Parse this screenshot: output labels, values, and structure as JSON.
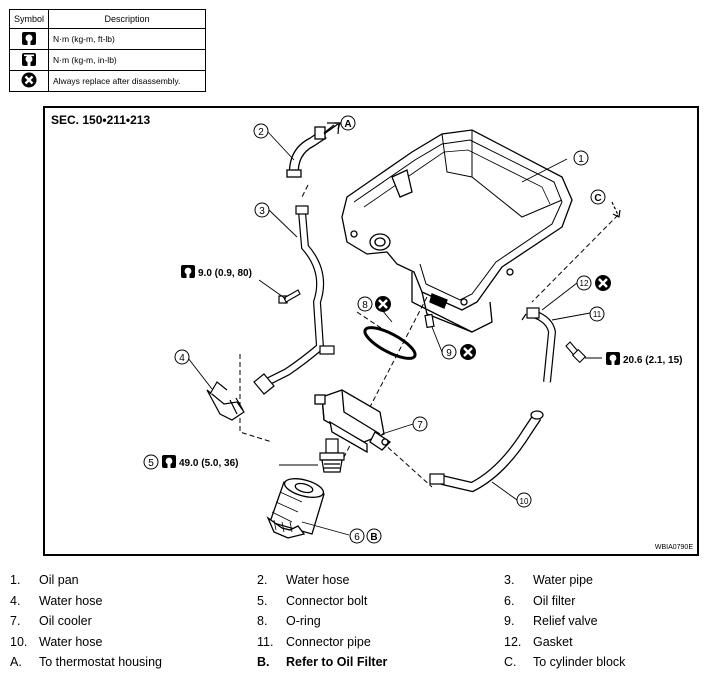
{
  "symbol_table": {
    "header_symbol": "Symbol",
    "header_description": "Description",
    "rows": [
      {
        "icon": "torque-wrench-icon",
        "description": "N·m (kg-m, ft-lb)"
      },
      {
        "icon": "torque-wrench-small-icon",
        "description": "N·m (kg-m, in-lb)"
      },
      {
        "icon": "replace-x-icon",
        "description": "Always replace after disassembly."
      }
    ]
  },
  "diagram": {
    "section": "SEC. 150•211•213",
    "code": "WBIA0790E",
    "callouts": [
      "1",
      "2",
      "3",
      "4",
      "5",
      "6",
      "7",
      "8",
      "9",
      "10",
      "11",
      "12"
    ],
    "letters": [
      "A",
      "B",
      "C"
    ],
    "torques": {
      "t1": "9.0 (0.9, 80)",
      "t2": "20.6 (2.1, 15)",
      "t3": "49.0 (5.0, 36)"
    }
  },
  "legend": [
    [
      {
        "num": "1.",
        "text": "Oil pan"
      },
      {
        "num": "2.",
        "text": "Water hose"
      },
      {
        "num": "3.",
        "text": "Water pipe"
      }
    ],
    [
      {
        "num": "4.",
        "text": "Water hose"
      },
      {
        "num": "5.",
        "text": "Connector bolt"
      },
      {
        "num": "6.",
        "text": "Oil filter"
      }
    ],
    [
      {
        "num": "7.",
        "text": "Oil cooler"
      },
      {
        "num": "8.",
        "text": "O-ring"
      },
      {
        "num": "9.",
        "text": "Relief valve"
      }
    ],
    [
      {
        "num": "10.",
        "text": "Water hose"
      },
      {
        "num": "11.",
        "text": "Connector pipe"
      },
      {
        "num": "12.",
        "text": "Gasket"
      }
    ],
    [
      {
        "num": "A.",
        "text": "To thermostat housing"
      },
      {
        "num": "B.",
        "text": "Refer to Oil Filter"
      },
      {
        "num": "C.",
        "text": "To cylinder block"
      }
    ]
  ]
}
